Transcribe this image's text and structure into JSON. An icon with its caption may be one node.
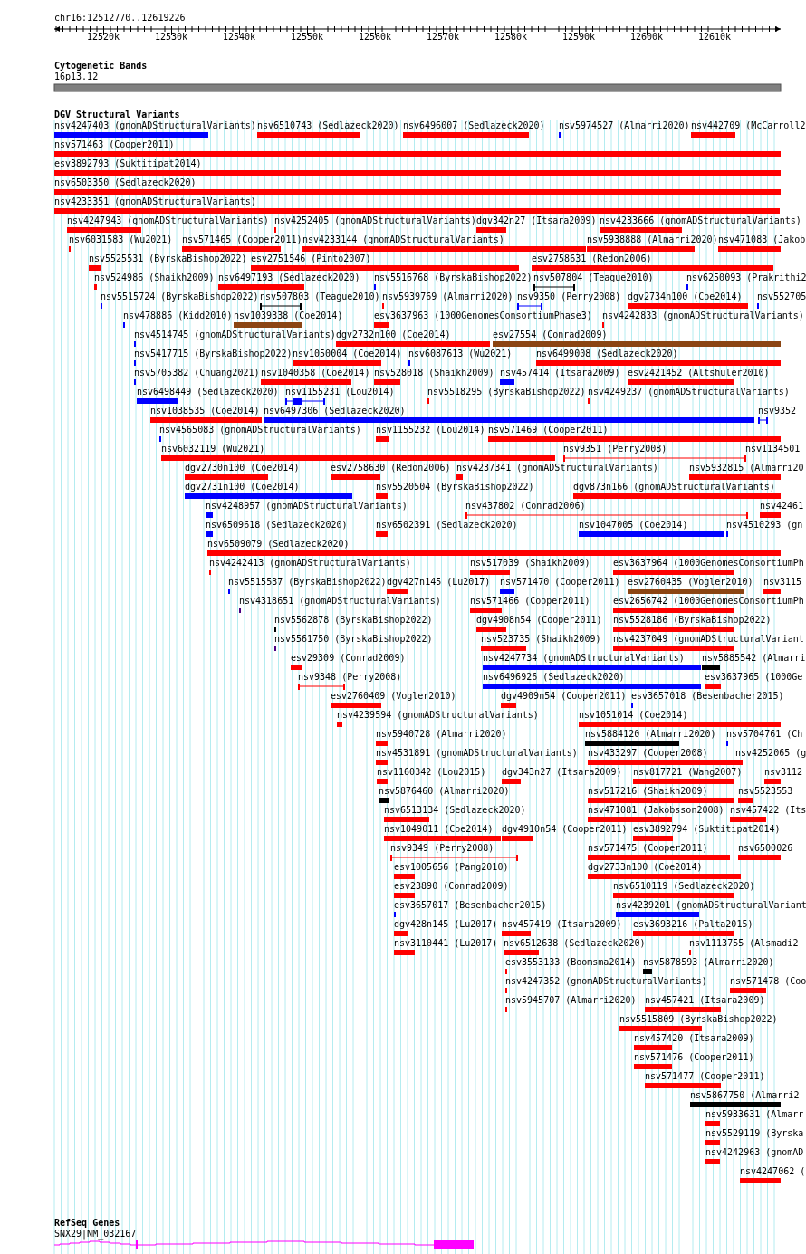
{
  "diagram": {
    "labels": [
      "chr16:12512770..12619226",
      "12520k",
      "12530k",
      "12540k",
      "12550k",
      "12560k",
      "12570k",
      "12580k",
      "12590k",
      "12600k",
      "12610k",
      "Cytogenetic Bands",
      "16p13.12",
      "DGV Structural Variants",
      "nsv4247403 (gnomADStructuralVariants)",
      "nsv6510743 (Sedlazeck2020)",
      "nsv6496007 (Sedlazeck2020)",
      "nsv5974527 (Almarri2020)",
      "nsv442709 (McCarroll2",
      "nsv571463 (Cooper2011)",
      "esv3892793 (Suktitipat2014)",
      "nsv6503350 (Sedlazeck2020)",
      "nsv4233351 (gnomADStructuralVariants)",
      "nsv4247943 (gnomADStructuralVariants)",
      "nsv4252405 (gnomADStructuralVariants)",
      "dgv342n27 (Itsara2009)",
      "nsv4233666 (gnomADStructuralVariants)",
      "nsv6031583 (Wu2021)",
      "nsv571465 (Cooper2011)",
      "nsv4233144 (gnomADStructuralVariants)",
      "nsv5938888 (Almarri2020)",
      "nsv471083 (Jakob",
      "nsv5525531 (ByrskaBishop2022)",
      "esv2751546 (Pinto2007)",
      "esv2758631 (Redon2006)",
      "nsv524986 (Shaikh2009)",
      "nsv6497193 (Sedlazeck2020)",
      "nsv5516768 (ByrskaBishop2022)",
      "nsv507804 (Teague2010)",
      "nsv6250093 (Prakrithi2",
      "nsv5515724 (ByrskaBishop2022)",
      "nsv507803 (Teague2010)",
      "nsv5939769 (Almarri2020)",
      "nsv9350 (Perry2008)",
      "dgv2734n100 (Coe2014)",
      "nsv552705",
      "nsv478886 (Kidd2010)",
      "nsv1039338 (Coe2014)",
      "esv3637963 (1000GenomesConsortiumPhase3)",
      "nsv4242833 (gnomADStructuralVariants)",
      "nsv4514745 (gnomADStructuralVariants)",
      "dgv2732n100 (Coe2014)",
      "esv27554 (Conrad2009)",
      "nsv5417715 (ByrskaBishop2022)",
      "nsv1050004 (Coe2014)",
      "nsv6087613 (Wu2021)",
      "nsv6499008 (Sedlazeck2020)",
      "nsv5705382 (Chuang2021)",
      "nsv1040358 (Coe2014)",
      "nsv528018 (Shaikh2009)",
      "nsv457414 (Itsara2009)",
      "esv2421452 (Altshuler2010)",
      "nsv6498449 (Sedlazeck2020)",
      "nsv1155231 (Lou2014)",
      "nsv5518295 (ByrskaBishop2022)",
      "nsv4249237 (gnomADStructuralVariants)",
      "nsv1038535 (Coe2014)",
      "nsv6497306 (Sedlazeck2020)",
      "nsv9352",
      "nsv4565083 (gnomADStructuralVariants)",
      "nsv1155232 (Lou2014)",
      "nsv571469 (Cooper2011)",
      "nsv6032119 (Wu2021)",
      "nsv9351 (Perry2008)",
      "nsv1134501",
      "dgv2730n100 (Coe2014)",
      "esv2758630 (Redon2006)",
      "nsv4237341 (gnomADStructuralVariants)",
      "nsv5932815 (Almarri20",
      "dgv2731n100 (Coe2014)",
      "nsv5520504 (ByrskaBishop2022)",
      "dgv873n166 (gnomADStructuralVariants)",
      "nsv4248957 (gnomADStructuralVariants)",
      "nsv437802 (Conrad2006)",
      "nsv42461",
      "nsv6509618 (Sedlazeck2020)",
      "nsv6502391 (Sedlazeck2020)",
      "nsv1047005 (Coe2014)",
      "nsv4510293 (gn",
      "nsv6509079 (Sedlazeck2020)",
      "nsv4242413 (gnomADStructuralVariants)",
      "nsv517039 (Shaikh2009)",
      "esv3637964 (1000GenomesConsortiumPh",
      "nsv5515537 (ByrskaBishop2022)",
      "dgv427n145 (Lu2017)",
      "nsv571470 (Cooper2011)",
      "esv2760435 (Vogler2010)",
      "nsv3115",
      "nsv4318651 (gnomADStructuralVariants)",
      "nsv571466 (Cooper2011)",
      "esv2656742 (1000GenomesConsortiumPh",
      "nsv5562878 (ByrskaBishop2022)",
      "dgv4908n54 (Cooper2011)",
      "nsv5528186 (ByrskaBishop2022)",
      "nsv5561750 (ByrskaBishop2022)",
      "nsv523735 (Shaikh2009)",
      "nsv4237049 (gnomADStructuralVariant",
      "esv29309 (Conrad2009)",
      "nsv4247734 (gnomADStructuralVariants)",
      "nsv5885542 (Almarri",
      "nsv9348 (Perry2008)",
      "nsv6496926 (Sedlazeck2020)",
      "esv3637965 (1000Ge",
      "esv2760409 (Vogler2010)",
      "dgv4909n54 (Cooper2011)",
      "esv3657018 (Besenbacher2015)",
      "nsv4239594 (gnomADStructuralVariants)",
      "nsv1051014 (Coe2014)",
      "nsv5940728 (Almarri2020)",
      "nsv5884120 (Almarri2020)",
      "nsv5704761 (Ch",
      "nsv4531891 (gnomADStructuralVariants)",
      "nsv433297 (Cooper2008)",
      "nsv4252065 (g",
      "nsv1160342 (Lou2015)",
      "dgv343n27 (Itsara2009)",
      "nsv817721 (Wang2007)",
      "nsv3112",
      "nsv5876460 (Almarri2020)",
      "nsv517216 (Shaikh2009)",
      "nsv5523553",
      "nsv6513134 (Sedlazeck2020)",
      "nsv471081 (Jakobsson2008)",
      "nsv457422 (Its",
      "nsv1049011 (Coe2014)",
      "dgv4910n54 (Cooper2011)",
      "esv3892794 (Suktitipat2014)",
      "nsv9349 (Perry2008)",
      "nsv571475 (Cooper2011)",
      "nsv6500026",
      "esv1005656 (Pang2010)",
      "dgv2733n100 (Coe2014)",
      "esv23890 (Conrad2009)",
      "nsv6510119 (Sedlazeck2020)",
      "esv3657017 (Besenbacher2015)",
      "nsv4239201 (gnomADStructuralVariant",
      "dgv428n145 (Lu2017)",
      "nsv457419 (Itsara2009)",
      "esv3693216 (Palta2015)",
      "nsv3110441 (Lu2017)",
      "nsv6512638 (Sedlazeck2020)",
      "nsv1113755 (Alsmadi2",
      "esv3553133 (Boomsma2014)",
      "nsv5878593 (Almarri2020)",
      "nsv4247352 (gnomADStructuralVariants)",
      "nsv571478 (Coo",
      "nsv5945707 (Almarri2020)",
      "nsv457421 (Itsara2009)",
      "nsv5515809 (ByrskaBishop2022)",
      "nsv457420 (Itsara2009)",
      "nsv571476 (Cooper2011)",
      "nsv571477 (Cooper2011)",
      "nsv5867750 (Almarri2",
      "nsv5933631 (Almarr",
      "nsv5529119 (Byrska",
      "nsv4242963 (gnomAD",
      "nsv4247062 (",
      "RefSeq Genes",
      "SNX29|NM_032167"
    ]
  }
}
